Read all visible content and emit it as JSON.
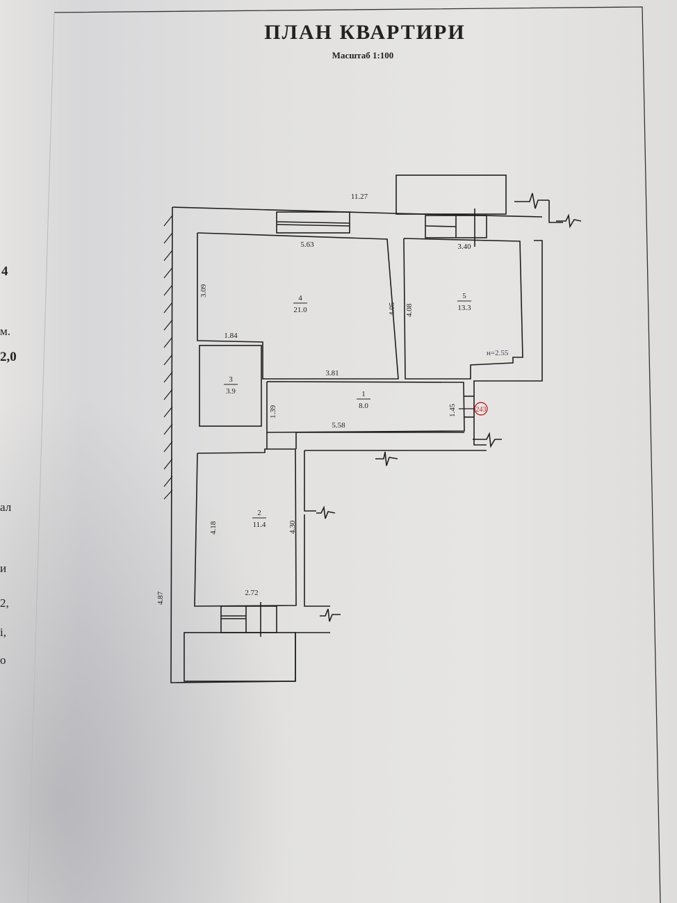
{
  "document": {
    "title": "ПЛАН  КВАРТИРИ",
    "scale": "Масштаб 1:100"
  },
  "left_page_fragments": [
    "4",
    "м.",
    "2,0",
    "ал",
    "и",
    "2,",
    "і,",
    "о"
  ],
  "rooms": [
    {
      "number": "1",
      "area": "8.0"
    },
    {
      "number": "2",
      "area": "11.4"
    },
    {
      "number": "3",
      "area": "3.9"
    },
    {
      "number": "4",
      "area": "21.0"
    },
    {
      "number": "5",
      "area": "13.3"
    }
  ],
  "dimensions": {
    "overall_top": "11.27",
    "overall_left": "4.87",
    "room4_top": "5.63",
    "room4_left": "3.09",
    "room4_right": "4.05",
    "room4_step": "1.84",
    "room4_bottom": "3.81",
    "room5_top": "3.40",
    "room5_left": "4.08",
    "room1_left": "1.39",
    "room1_right": "1.45",
    "room1_bottom": "5.58",
    "room2_left": "4.18",
    "room2_right": "4.30",
    "room2_bottom": "2.72"
  },
  "ceiling_height": "н=2.55",
  "stamp_number": "243",
  "colors": {
    "ink": "#1e1e1e",
    "stamp": "#c0282a"
  }
}
